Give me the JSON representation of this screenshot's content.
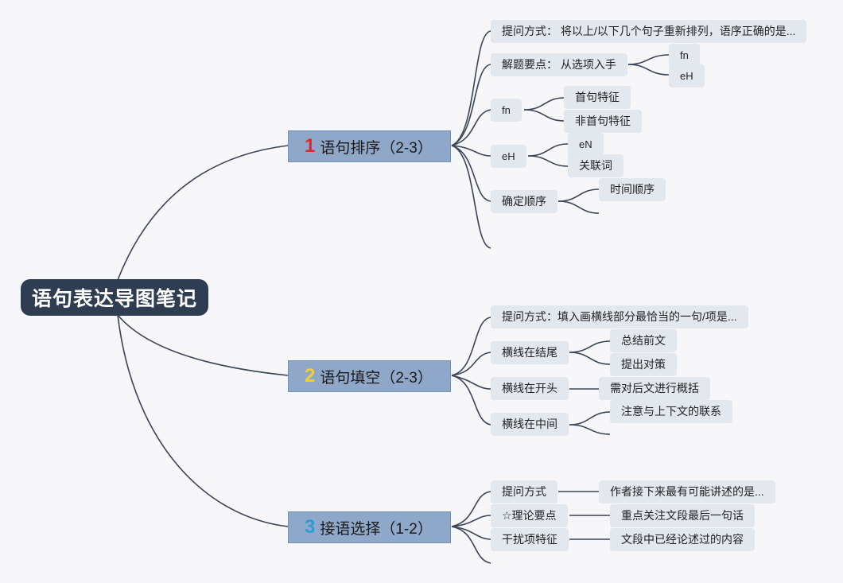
{
  "colors": {
    "line": "#3a4455",
    "num1": "#e02a2a",
    "num2": "#f3cf34",
    "num3": "#2f9ad8"
  },
  "root": {
    "title": "语句表达导图笔记"
  },
  "branch1": {
    "num": "1",
    "label": "语句排序（2-3）",
    "ask": "提问方式： 将以上/以下几个句子重新排列，语序正确的是...",
    "key": "解题要点： 从选项入手",
    "key_fn": "fn",
    "key_eh": "eH",
    "fn": "fn",
    "fn_first": "首句特征",
    "fn_nonfirst": "非首句特征",
    "eh": "eH",
    "eh_en": "eN",
    "eh_conj": "关联词",
    "order": "确定顺序",
    "order_time": "时间顺序"
  },
  "branch2": {
    "num": "2",
    "label": "语句填空（2-3）",
    "ask": "提问方式：填入画横线部分最恰当的一句/项是...",
    "end": "横线在结尾",
    "end_sum": "总结前文",
    "end_measure": "提出对策",
    "start": "横线在开头",
    "start_summary": "需对后文进行概括",
    "mid": "横线在中间",
    "mid_link": "注意与上下文的联系"
  },
  "branch3": {
    "num": "3",
    "label": "接语选择（1-2）",
    "ask": "提问方式",
    "ask_val": "作者接下来最有可能讲述的是...",
    "theory": "☆理论要点",
    "theory_val": "重点关注文段最后一句话",
    "distract": "干扰项特征",
    "distract_val": "文段中已经论述过的内容"
  }
}
